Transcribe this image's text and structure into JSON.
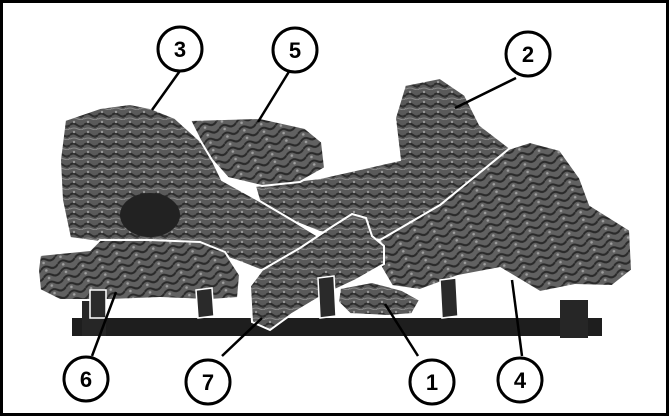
{
  "diagram": {
    "subject": "log set",
    "callouts": [
      {
        "id": "c3",
        "label": "3"
      },
      {
        "id": "c5",
        "label": "5"
      },
      {
        "id": "c2",
        "label": "2"
      },
      {
        "id": "c6",
        "label": "6"
      },
      {
        "id": "c7",
        "label": "7"
      },
      {
        "id": "c1",
        "label": "1"
      },
      {
        "id": "c4",
        "label": "4"
      }
    ]
  },
  "colors": {
    "frame": "#000000",
    "log_dark": "#3a3a3a",
    "log_mid": "#6e6e6e",
    "log_light": "#b5b5b5",
    "outline": "#ffffff",
    "grate": "#1a1a1a"
  }
}
